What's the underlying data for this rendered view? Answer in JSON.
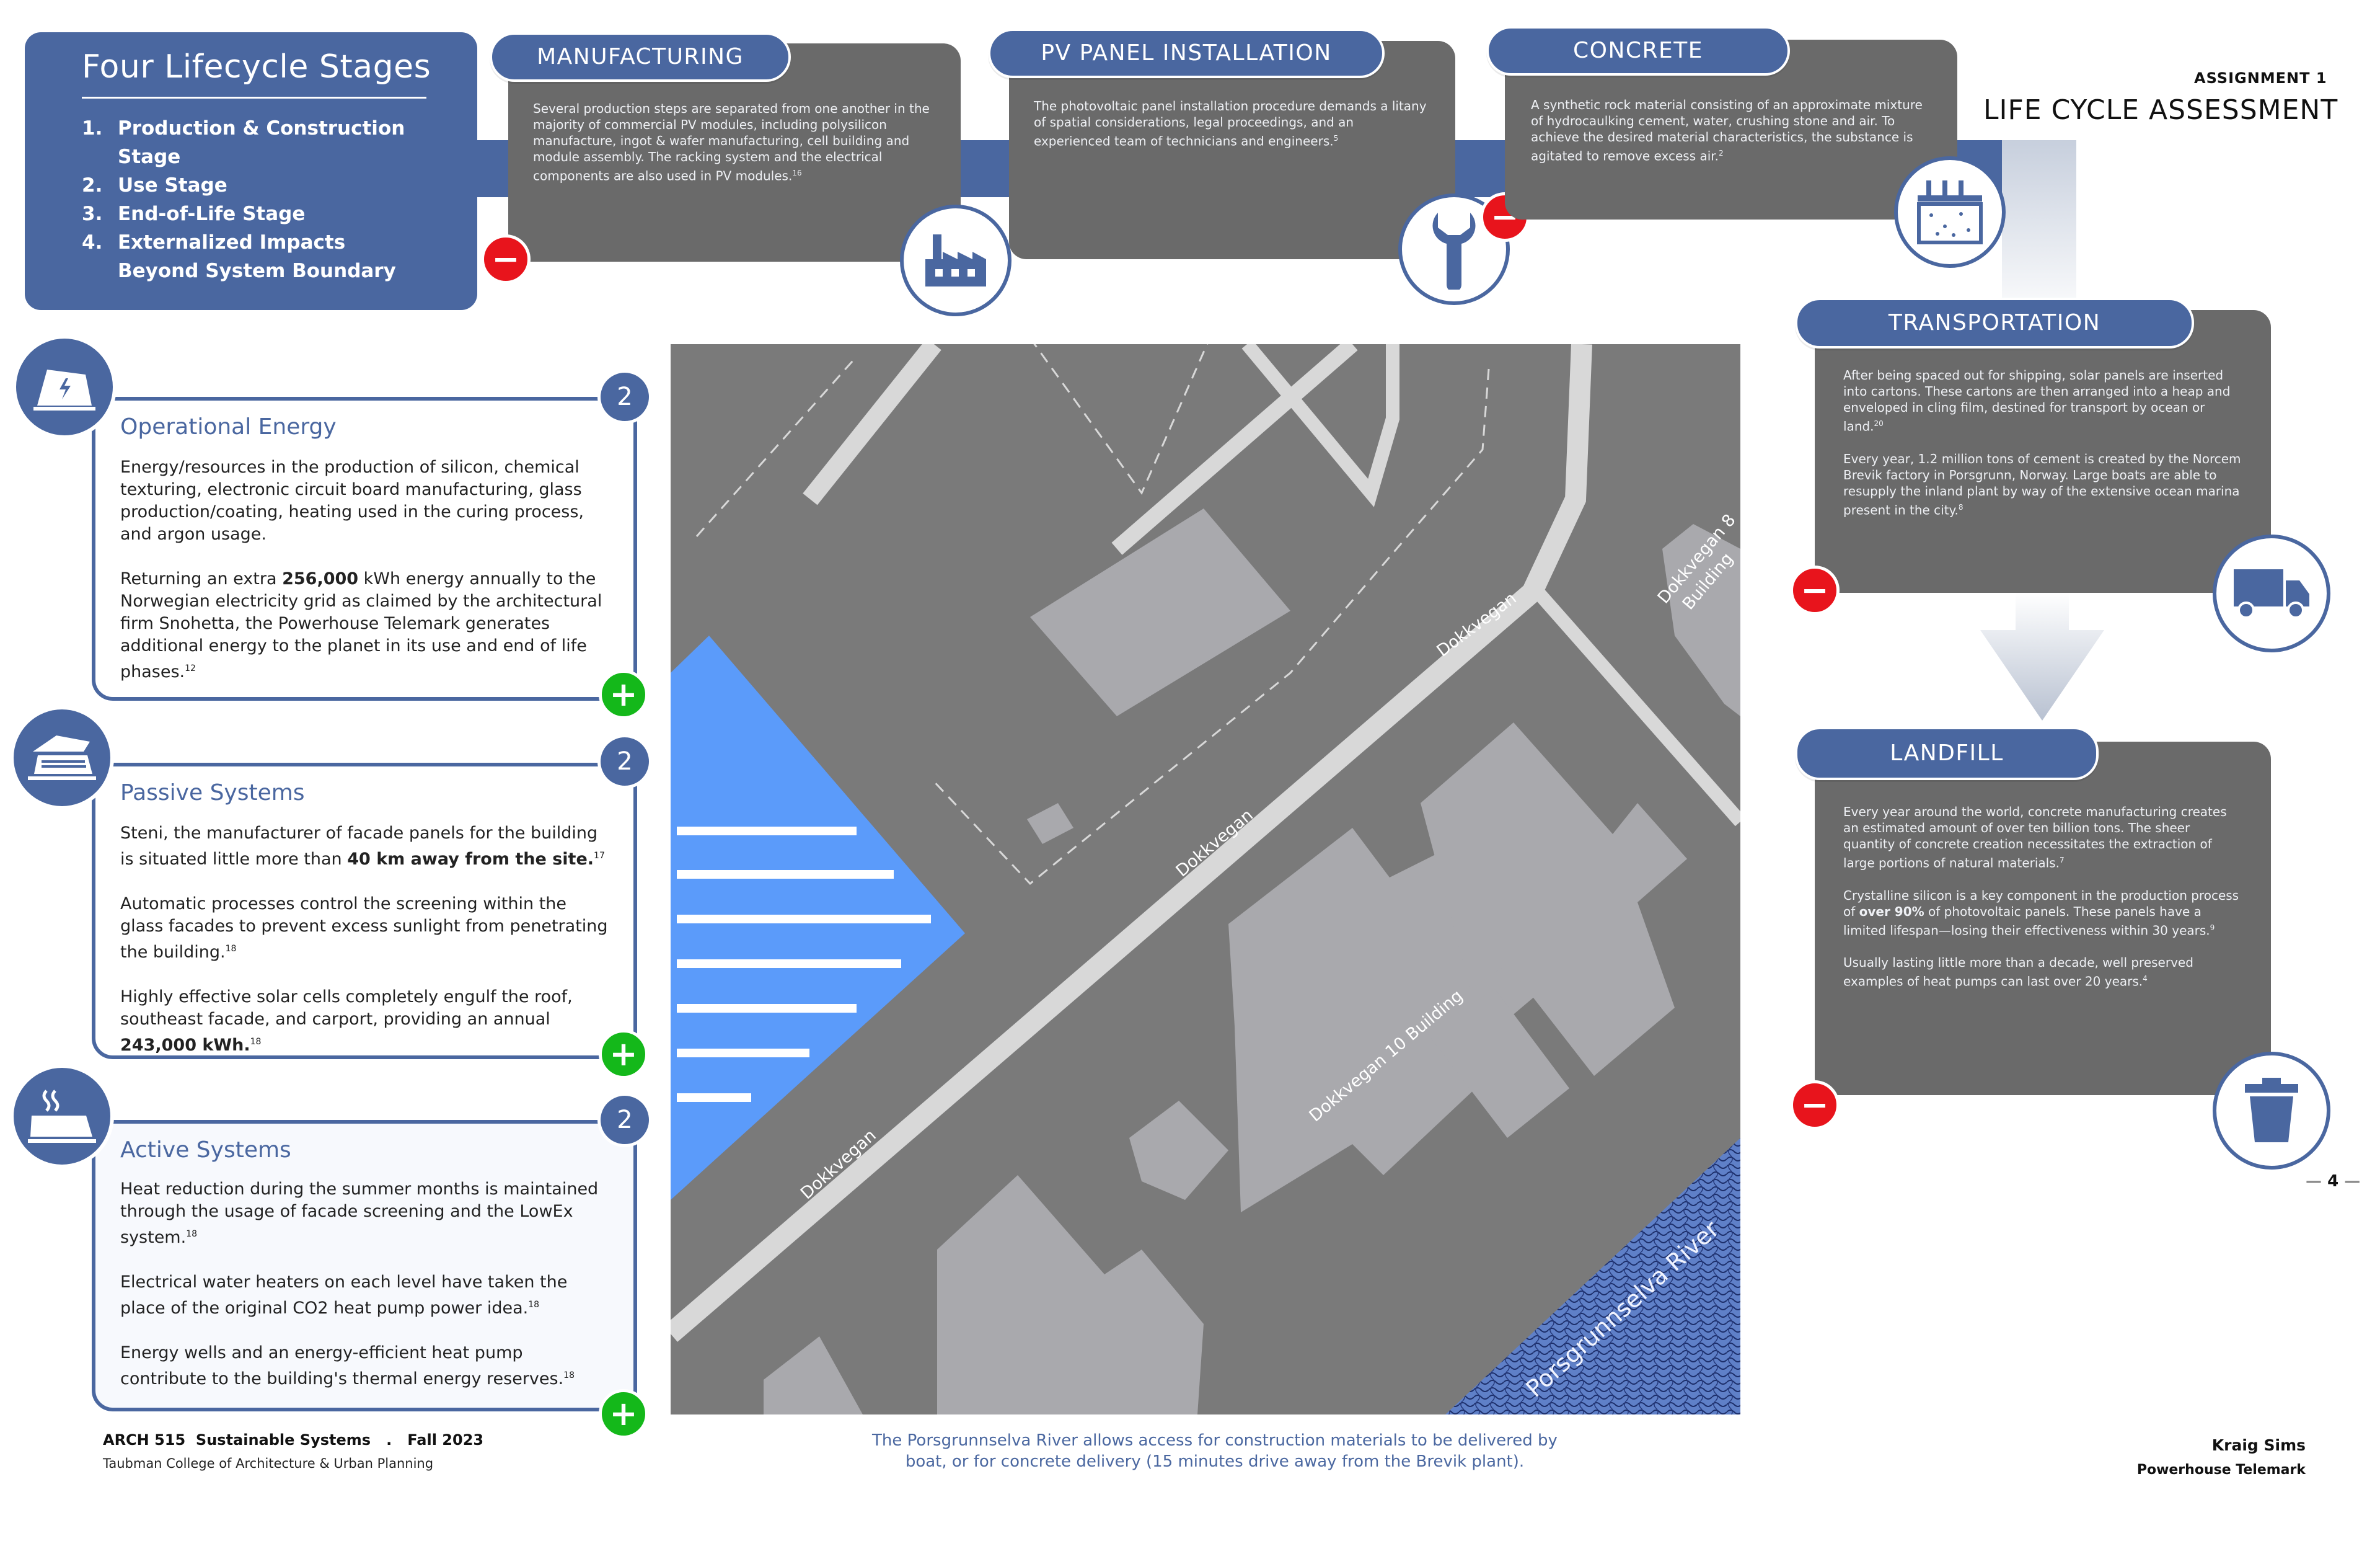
{
  "header": {
    "assignment": "ASSIGNMENT 1",
    "title": "LIFE CYCLE ASSESSMENT"
  },
  "stages": {
    "title": "Four Lifecycle Stages",
    "items": [
      {
        "num": "1.",
        "label": "Production & Construction Stage"
      },
      {
        "num": "2.",
        "label": "Use Stage"
      },
      {
        "num": "3.",
        "label": "End-of-Life Stage"
      },
      {
        "num": "4.",
        "label": "Externalized Impacts Beyond System Boundary"
      }
    ]
  },
  "steps": {
    "manufacturing": {
      "title": "MANUFACTURING",
      "text": "Several production steps are separated from one another in the majority of commercial PV modules, including polysilicon manufacture, ingot & wafer manufacturing, cell building and module assembly. The racking system and the electrical components are also used in PV modules.",
      "ref": "16",
      "icon": "factory-icon",
      "sign": "−"
    },
    "installation": {
      "title": "PV PANEL INSTALLATION",
      "text": "The photovoltaic panel installation procedure demands a litany of spatial considerations, legal proceedings, and an experienced team of technicians and engineers.",
      "ref": "5",
      "icon": "wrench-icon",
      "sign": "−"
    },
    "concrete": {
      "title": "CONCRETE",
      "text": "A synthetic rock material consisting of an approximate mixture of hydrocaulking cement, water, crushing stone and air. To achieve the desired material characteristics, the substance is agitated to remove excess air.",
      "ref": "2",
      "icon": "concrete-plant-icon"
    },
    "transportation": {
      "title": "TRANSPORTATION",
      "p1": "After being spaced out for shipping, solar panels are inserted into cartons. These cartons are then arranged into a heap and enveloped in cling film, destined for transport by ocean or land.",
      "p1_ref": "20",
      "p2": "Every year, 1.2 million tons of cement is created by the Norcem Brevik factory in Porsgrunn, Norway. Large boats are able to resupply the inland plant by way of the extensive ocean marina present in the city.",
      "p2_ref": "8",
      "icon": "truck-icon",
      "sign": "−"
    },
    "landfill": {
      "title": "LANDFILL",
      "p1": "Every year around the world, concrete manufacturing creates an estimated amount of over ten billion tons. The sheer quantity of concrete creation necessitates the extraction of large portions of natural materials.",
      "p1_ref": "7",
      "p2a": "Crystalline silicon is a key component in the production process of ",
      "p2b": "over 90%",
      "p2c": " of photovoltaic panels. These panels have a limited lifespan—losing their effectiveness within 30 years.",
      "p2_ref": "9",
      "p3": "Usually lasting little more than a decade, well preserved examples of heat pumps can last over 20 years.",
      "p3_ref": "4",
      "icon": "trash-can-icon",
      "sign": "−"
    }
  },
  "left_cards": {
    "operational": {
      "title": "Operational Energy",
      "badge": "2",
      "p1": "Energy/resources in the production of silicon, chemical texturing, electronic circuit board manufacturing, glass production/coating, heating used in the curing process, and argon usage.",
      "p2a": "Returning an extra ",
      "p2b": "256,000",
      "p2c": " kWh energy annually to the Norwegian electricity grid as claimed by the architectural firm Snohetta, the Powerhouse Telemark generates additional energy to the planet in its use and end of life phases.",
      "p2_ref": "12",
      "sign": "+"
    },
    "passive": {
      "title": "Passive Systems",
      "badge": "2",
      "p1a": "Steni, the manufacturer of facade panels for the building is situated little more than ",
      "p1b": "40 km away from the site.",
      "p1_ref": "17",
      "p2": "Automatic processes control the screening within the glass facades to prevent excess sunlight from penetrating the building.",
      "p2_ref": "18",
      "p3a": "Highly effective solar cells completely engulf the roof, southeast facade, and carport, providing an annual ",
      "p3b": "243,000 kWh.",
      "p3_ref": "18",
      "sign": "+"
    },
    "active": {
      "title": "Active Systems",
      "badge": "2",
      "p1": "Heat reduction during the summer months is maintained through the usage of facade screening and the LowEx system.",
      "p1_ref": "18",
      "p2": "Electrical water heaters on each level have taken the place of the original CO2 heat pump power idea.",
      "p2_ref": "18",
      "p3": "Energy wells and an energy-efficient heat pump contribute to the building's thermal energy reserves.",
      "p3_ref": "18",
      "sign": "+"
    }
  },
  "map": {
    "road_label": "Dokkvegan",
    "building8": "Dokkvegan 8",
    "building8b": "Building",
    "building10": "Dokkvegan 10 Building",
    "river": "Porsgrunnselva River",
    "caption1": "The Porsgrunnselva River allows access for construction materials to be delivered by",
    "caption2": "boat, or for concrete delivery (15 minutes drive away from the Brevik plant)."
  },
  "footer": {
    "course": "ARCH 515  Sustainable Systems   .   Fall 2023",
    "school": "Taubman College of Architecture & Urban Planning",
    "author": "Kraig Sims",
    "project": "Powerhouse Telemark",
    "page": "4"
  },
  "colors": {
    "accent": "#4a67a0",
    "card": "#6a6a6a",
    "minus": "#e8141c",
    "plus": "#14b81a",
    "map_bg": "#7a7a7a",
    "building": "#a9a9ad",
    "parking": "#5b9bfa"
  }
}
